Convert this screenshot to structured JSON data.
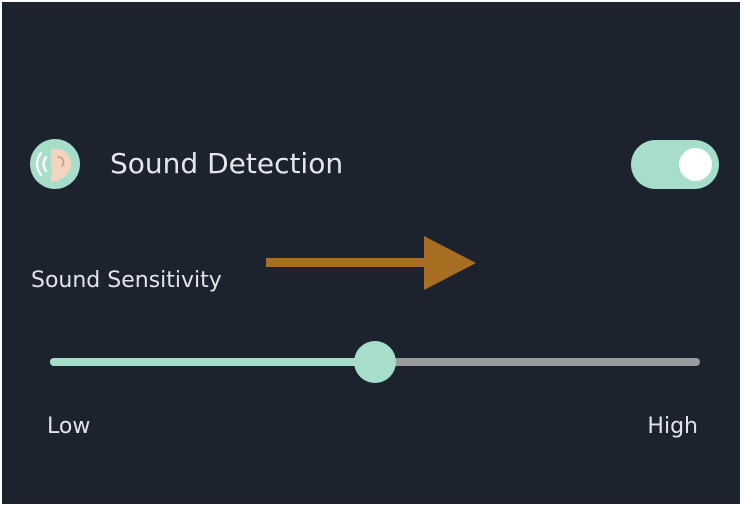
{
  "sound_detection": {
    "label": "Sound Detection",
    "icon": "ear-icon",
    "enabled": true
  },
  "sensitivity": {
    "label": "Sound Sensitivity",
    "min_label": "Low",
    "max_label": "High",
    "value_fraction": 0.5
  },
  "colors": {
    "background": "#1c222e",
    "accent": "#a7dec9",
    "track": "#9a9b9e",
    "text": "#e1e4ea",
    "arrow": "#a86e22",
    "toggle_knob": "#ffffff"
  }
}
